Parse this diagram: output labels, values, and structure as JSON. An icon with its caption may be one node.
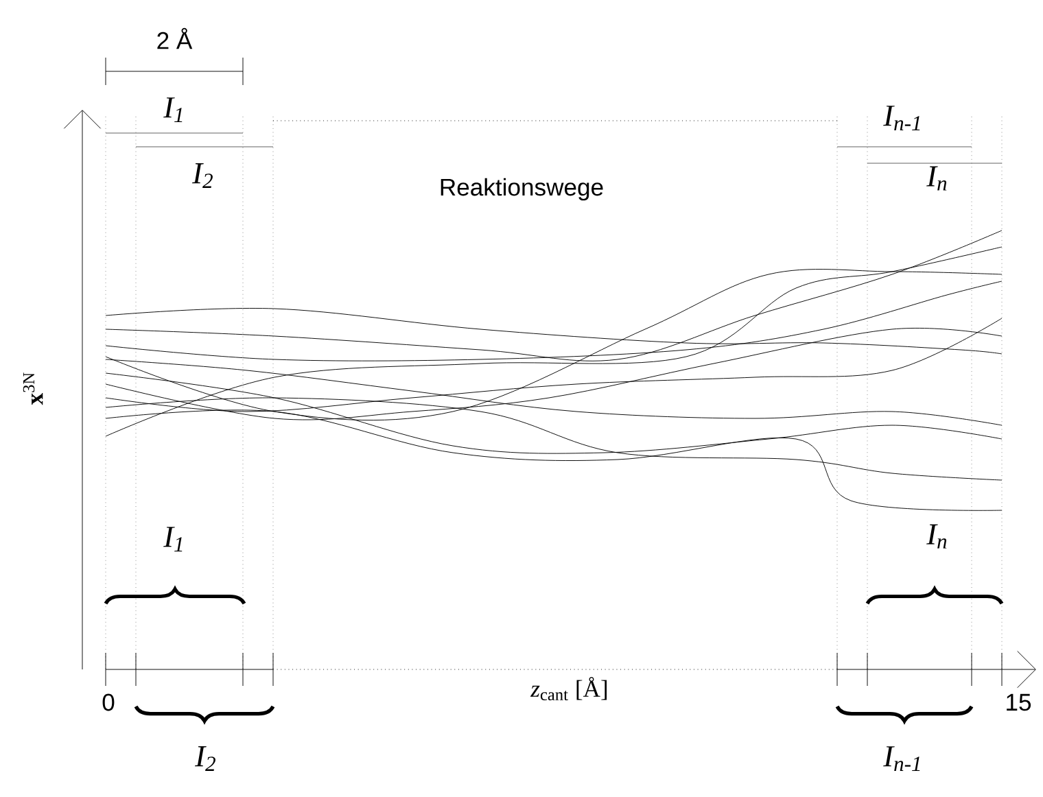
{
  "diagram": {
    "labels": [
      "2 Å",
      "I$_{1}$",
      "I$_{2}$",
      "I$_{n-1}$",
      "I$_{n}$",
      "Reaktionswege",
      "**x**$^{3N}$",
      "I$_{1}$",
      "I$_{n}$",
      "0",
      "*z*$_{cant}$ [Å]",
      "15",
      "I$_{2}$",
      "I$_{n-1}$"
    ]
  }
}
